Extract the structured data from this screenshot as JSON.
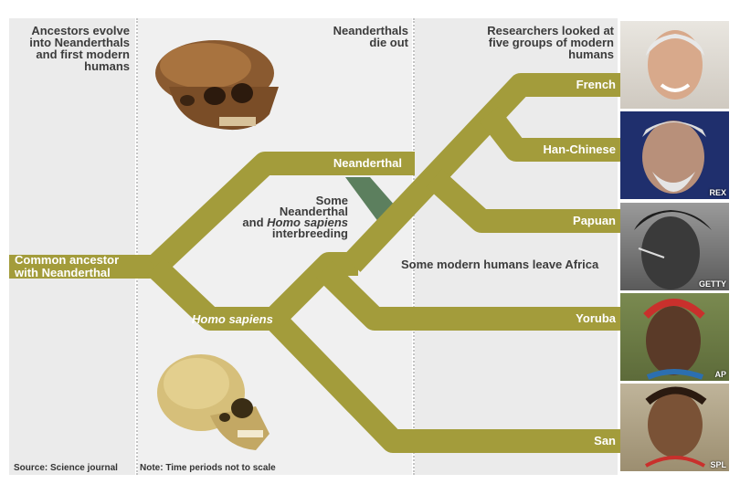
{
  "header": {
    "col1": "Ancestors evolve into Neanderthals and first modern humans",
    "col1_lines": [
      "Ancestors evolve",
      "into Neanderthals",
      "and first modern",
      "humans"
    ],
    "col2_lines": [
      "Neanderthals",
      "die out"
    ],
    "col3_lines": [
      "Researchers looked at",
      "five groups of modern",
      "humans"
    ]
  },
  "nodes": {
    "common_ancestor_lines": [
      "Common ancestor",
      "with Neanderthal"
    ],
    "neanderthal": "Neanderthal",
    "homo_sapiens": "Homo sapiens",
    "interbreeding": {
      "line1": "Some",
      "line2": "Neanderthal",
      "line3_prefix": "and ",
      "line3_italic": "Homo sapiens",
      "line4": "interbreeding"
    },
    "leave_africa": "Some modern humans leave Africa"
  },
  "groups": [
    "French",
    "Han-Chinese",
    "Papuan",
    "Yoruba",
    "San"
  ],
  "photo_credits": {
    "han": "REX",
    "papuan": "GETTY",
    "yoruba": "AP",
    "san": "SPL"
  },
  "footer": {
    "source": "Source: Science journal",
    "note": "Note: Time periods not to scale"
  },
  "colors": {
    "branch": "#a39c3b",
    "interbreed": "#5c7f5e",
    "panel": "#ebebeb"
  }
}
